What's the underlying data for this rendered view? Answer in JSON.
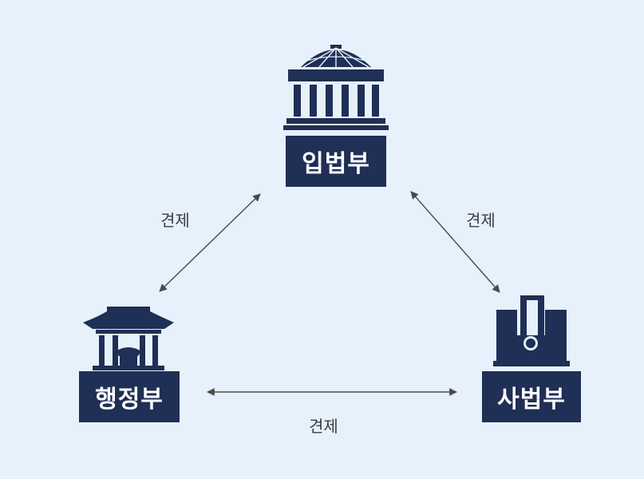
{
  "nodes": {
    "legislative": {
      "label": "입법부",
      "icon": "capitol-dome-icon"
    },
    "executive": {
      "label": "행정부",
      "icon": "traditional-palace-icon"
    },
    "judicial": {
      "label": "사법부",
      "icon": "court-building-icon"
    }
  },
  "edges": {
    "left": {
      "label": "견제"
    },
    "right": {
      "label": "견제"
    },
    "bottom": {
      "label": "견제"
    }
  },
  "colors": {
    "background": "#e6f1fb",
    "box": "#1f2f55",
    "arrow": "#4a4a4a",
    "edge_text": "#3a3d46"
  }
}
